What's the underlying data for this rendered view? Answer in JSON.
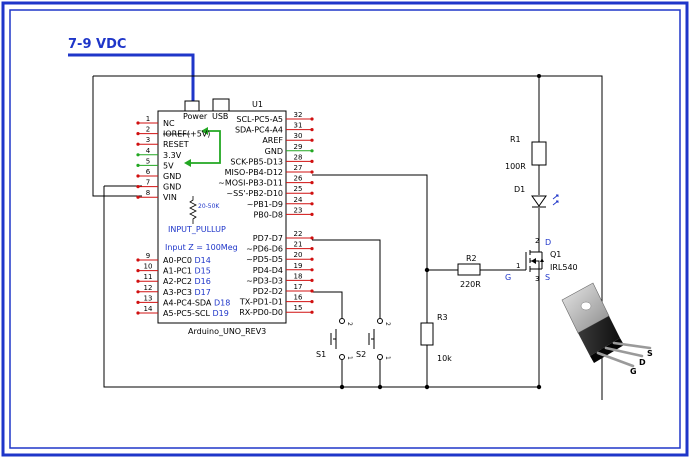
{
  "supply": {
    "label": "7-9 VDC"
  },
  "arduino": {
    "ref": "U1",
    "name": "Arduino_UNO_REV3",
    "power_label": "Power",
    "usb_label": "USB",
    "input_z": "Input Z = 100Meg",
    "pullup_label": "INPUT_PULLUP",
    "pullup_value": "20-50K",
    "left_pins": [
      {
        "num": "1",
        "name": "NC",
        "suffix": ""
      },
      {
        "num": "2",
        "name": "IOREF(+5V)",
        "suffix": ""
      },
      {
        "num": "3",
        "name": "RESET",
        "suffix": ""
      },
      {
        "num": "4",
        "name": "3.3V",
        "suffix": ""
      },
      {
        "num": "5",
        "name": "5V",
        "suffix": ""
      },
      {
        "num": "6",
        "name": "GND",
        "suffix": ""
      },
      {
        "num": "7",
        "name": "GND",
        "suffix": ""
      },
      {
        "num": "8",
        "name": "VIN",
        "suffix": ""
      },
      {
        "num": "9",
        "name": "A0-PC0",
        "suffix": "D14"
      },
      {
        "num": "10",
        "name": "A1-PC1",
        "suffix": "D15"
      },
      {
        "num": "11",
        "name": "A2-PC2",
        "suffix": "D16"
      },
      {
        "num": "12",
        "name": "A3-PC3",
        "suffix": "D17"
      },
      {
        "num": "13",
        "name": "A4-PC4-SDA",
        "suffix": "D18"
      },
      {
        "num": "14",
        "name": "A5-PC5-SCL",
        "suffix": "D19"
      }
    ],
    "right_pins": [
      {
        "num": "32",
        "name": "SCL-PC5-A5"
      },
      {
        "num": "31",
        "name": "SDA-PC4-A4"
      },
      {
        "num": "30",
        "name": "AREF"
      },
      {
        "num": "29",
        "name": "GND"
      },
      {
        "num": "28",
        "name": "SCK-PB5-D13"
      },
      {
        "num": "27",
        "name": "MISO-PB4-D12"
      },
      {
        "num": "26",
        "name": "~MOSI-PB3-D11"
      },
      {
        "num": "25",
        "name": "~SS'-PB2-D10"
      },
      {
        "num": "24",
        "name": "~PB1-D9"
      },
      {
        "num": "23",
        "name": "PB0-D8"
      },
      {
        "num": "22",
        "name": "PD7-D7"
      },
      {
        "num": "21",
        "name": "~PD6-D6"
      },
      {
        "num": "20",
        "name": "~PD5-D5"
      },
      {
        "num": "19",
        "name": "PD4-D4"
      },
      {
        "num": "18",
        "name": "~PD3-D3"
      },
      {
        "num": "17",
        "name": "PD2-D2"
      },
      {
        "num": "16",
        "name": "TX-PD1-D1"
      },
      {
        "num": "15",
        "name": "RX-PD0-D0"
      }
    ]
  },
  "components": {
    "r1": {
      "ref": "R1",
      "value": "100R"
    },
    "d1": {
      "ref": "D1"
    },
    "r2": {
      "ref": "R2",
      "value": "220R"
    },
    "r3": {
      "ref": "R3",
      "value": "10k"
    },
    "q1": {
      "ref": "Q1",
      "part": "IRL540",
      "pin_d": "D",
      "pin_g": "G",
      "pin_s": "S",
      "pin1": "1",
      "pin2": "2",
      "pin3": "3"
    },
    "s1": {
      "ref": "S1",
      "pin1": "1",
      "pin2": "2"
    },
    "s2": {
      "ref": "S2",
      "pin1": "1",
      "pin2": "2"
    }
  },
  "package": {
    "pin_g": "G",
    "pin_d": "D",
    "pin_s": "S"
  },
  "colors": {
    "frame": "#1f36c9",
    "wire": "#000000",
    "pin_stub": "#d01010",
    "green": "#22a722",
    "blue_text": "#1f36c9"
  }
}
